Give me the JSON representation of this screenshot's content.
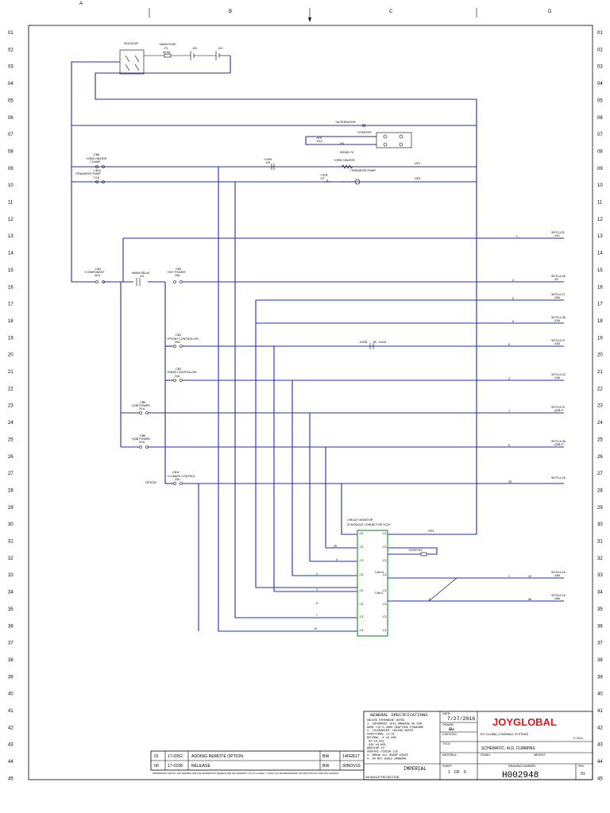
{
  "columns": [
    "A",
    "B",
    "C",
    "D"
  ],
  "rows": [
    "01",
    "02",
    "03",
    "04",
    "05",
    "06",
    "07",
    "08",
    "09",
    "10",
    "11",
    "12",
    "13",
    "14",
    "15",
    "16",
    "17",
    "18",
    "19",
    "20",
    "21",
    "22",
    "23",
    "24",
    "25",
    "26",
    "27",
    "28",
    "29",
    "30",
    "31",
    "32",
    "33",
    "34",
    "35",
    "36",
    "37",
    "38",
    "39",
    "40",
    "41",
    "42",
    "43",
    "44",
    "45"
  ],
  "components": {
    "isolator": "ISOLATOR",
    "main_fuse": [
      "+MAIN FUSE",
      "-F1",
      "30.0A"
    ],
    "batt1": "12V",
    "batt2": "12V",
    "alternator": "+ALTERNATOR",
    "starter": "+STARTER",
    "part_ref": "900362.70",
    "ks": [
      "+KS",
      "-K10"
    ],
    "hs": "HS",
    "cb8": [
      "-CB8",
      "+GRID HEATER",
      "7.5 AMP"
    ],
    "cb10": [
      "-CB10",
      "+TRANSFER PUMP",
      "7.5 A"
    ],
    "ghr": [
      "+GHR",
      "-KH"
    ],
    "grid_heater": "+GRID HEATER",
    "tpr": [
      "+TPR",
      "-KT"
    ],
    "transfer_pump": "+TRANSFER PUMP",
    "gp1": "-GP1",
    "gp4": "-GP4",
    "cb1": [
      "-CB1",
      "+COMPONENT",
      "40 A"
    ],
    "main_relay": [
      "+MAIN RELAY",
      "-K1"
    ],
    "cb4": [
      "-CB4",
      "+SET POWER",
      "20A"
    ],
    "cb2": [
      "-CB2",
      "+FRONT CONTROLLER",
      "20A"
    ],
    "cb3": [
      "-CB3",
      "+REAR CONTROLLER",
      "20A"
    ],
    "cb5": [
      "-CB5",
      "+Q3B POWER",
      "20 A"
    ],
    "cb6": [
      "-CB6",
      "+Q3B POWER",
      "20 A"
    ],
    "cb11": [
      "-CB11",
      "+CLIMATE CONTROL",
      "20A"
    ],
    "option": "OPTION",
    "k42b": "-K42B",
    "k42a": "-K42A",
    "circuit_monitor": "CIRCUIT MONITOR",
    "io_module": "IO MODULE CONNECTOR XC22",
    "gp3": "-GP3",
    "dtag": "+DTAG B1",
    "can_h": "CAN H",
    "can_l": "CAN L"
  },
  "sheet_refs": [
    {
      "text": "SHT2.X22",
      "sub": "-X10"
    },
    {
      "text": "SHT2.A.08",
      "sub": "-X5"
    },
    {
      "text": "SHT2.A.27",
      "sub": "-X8A"
    },
    {
      "text": "SHT2.A.38",
      "sub": "-X3A"
    },
    {
      "text": "SHT4.A.07",
      "sub": "-X3A"
    },
    {
      "text": "SHT4.A.03",
      "sub": "-X3A"
    },
    {
      "text": "SHT2.A.07",
      "sub": "-Q3B-P"
    },
    {
      "text": "SHT2.A.38",
      "sub": "-Q3B-P"
    },
    {
      "text": "SHT2.A.28",
      "sub": ""
    },
    {
      "text": "SHT6.A.16",
      "sub": "-X8A"
    },
    {
      "text": "SHT6.A.16",
      "sub": "-X8A"
    }
  ],
  "wire_numbers": [
    "1",
    "4",
    "5",
    "6",
    "6",
    "4",
    "7",
    "8",
    "25",
    "25",
    "4",
    "2",
    "3",
    "5",
    "7",
    "10",
    "24",
    "56",
    "56",
    "1",
    "5"
  ],
  "revisions": [
    {
      "num": "01",
      "eco": "17-0352",
      "desc": "ADDING REMOTE OPTION",
      "by": "BW",
      "date": "14FEB17"
    },
    {
      "num": "00",
      "eco": "17-0108",
      "desc": "RELEASE",
      "by": "BW",
      "date": "30NOV16"
    }
  ],
  "title_block": {
    "general_spec": "GENERAL SPECIFICATIONS",
    "spec_lines": [
      "UNLESS OTHERWISE NOTED",
      "1. INTERPRET THIS DRAWING AS PER",
      "ASME Y14.5-2009 DRAFTING STANDARD",
      "2. TOLERANCES: UNLESS NOTED",
      "FRACTIONAL ±1/16",
      "DECIMAL .X ±0.030",
      ".XX ±0.015",
      ".XXX ±0.005",
      "ANGULAR ±1°",
      "SURFACE FINISH 125",
      "3. BREAK ALL SHARP EDGES",
      "4. DO NOT SCALE DRAWING"
    ],
    "date_label": "DATE:",
    "date": "7/27/2016",
    "drawn_label": "DRAWN:",
    "drawn": "BW",
    "checked_label": "CHECKED:",
    "title_label": "TITLE:",
    "title": "SCHEMATIC, 4LD, CUMMINS",
    "material_label": "MATERIAL:",
    "finish_label": "FINISH:",
    "weight_label": "WEIGHT:",
    "sheet_label": "SHEET:",
    "sheet": "1",
    "of": "OF",
    "sheets": "6",
    "drawing_no_label": "DRAWING NUMBER:",
    "drawing_no": "H002948",
    "rev_label": "REV:",
    "rev": "01",
    "units": "IMPERIAL",
    "projection": "3rd ANGLE PROJECTION",
    "company": "JOYGLOBAL",
    "copyright": "© 2014",
    "address": "JOY GLOBAL LONGWALL SYSTEMS"
  },
  "proprietary": "PROPRIETARY NOTICE: THIS DRAWING AND THE INFORMATION THEREON ARE THE PROPERTY OF JOY GLOBAL. IT SHALL NOT BE REPRODUCED OR USED WITHOUT WRITTEN CONSENT."
}
